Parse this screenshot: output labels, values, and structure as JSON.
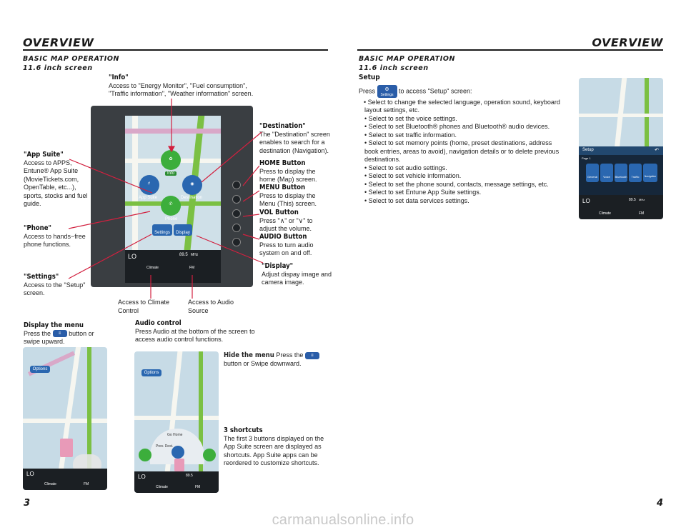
{
  "header": {
    "left_title": "OVERVIEW",
    "right_title": "OVERVIEW"
  },
  "left": {
    "section_title": "BASIC MAP OPERATION",
    "screen_size": "11.6 inch screen",
    "info": {
      "title": "\"Info\"",
      "body": "Access to \"Energy Monitor\", \"Fuel consumption\", \"Traffic information\", \"Weather information\" screen."
    },
    "destination": {
      "title": "\"Destination\"",
      "body": "The \"Destination\" screen enables to search for a destination (Navigation)."
    },
    "app_suite": {
      "title": "\"App Suite\"",
      "body": "Access to APPS, Entune® App Suite (MovieTickets.com, OpenTable, etc...), sports, stocks and fuel guide."
    },
    "home_button": {
      "title": "HOME Button",
      "body": "Press to display the home (Map) screen."
    },
    "menu_button": {
      "title": "MENU Button",
      "body": "Press to display the Menu (This) screen."
    },
    "vol_button": {
      "title": "VOL Button",
      "body": "Press \"∧\" or \"∨\" to adjust the volume."
    },
    "audio_button": {
      "title": "AUDIO Button",
      "body": "Press to turn audio system on and off."
    },
    "phone": {
      "title": "\"Phone\"",
      "body": "Access to hands−free phone functions."
    },
    "display": {
      "title": "\"Display\"",
      "body": "Adjust dispay image and camera image."
    },
    "settings": {
      "title": "\"Settings\"",
      "body": "Access to the \"Setup\" screen."
    },
    "climate_access": "Access to Climate Control",
    "audio_access": "Access to Audio Source",
    "display_menu": {
      "title": "Display the menu",
      "body_pre": "Press the",
      "body_post": "button or swipe upward."
    },
    "audio_control": {
      "title": "Audio control",
      "body": "Press Audio at the bottom of the screen to access audio control functions."
    },
    "hide_menu": {
      "title": "Hide the menu",
      "body_pre": "Press the",
      "body_post": "button or Swipe downward."
    },
    "shortcuts": {
      "title": "3 shortcuts",
      "body": "The first 3 buttons displayed on the App Suite screen are displayed as shortcuts. App Suite apps can be reordered to customize shortcuts."
    },
    "page_number": "3",
    "screen_ui": {
      "info": "Info",
      "app_suite": "App Suite",
      "destination": "Destination",
      "phone": "Phone",
      "settings": "Settings",
      "display": "Display",
      "lo": "LO",
      "climate": "Climate",
      "fm": "FM",
      "radio": "89.5",
      "radio_unit": "MHz",
      "options": "Options",
      "go_home": "Go Home",
      "prev_dest": "Prev. Dest."
    }
  },
  "right": {
    "section_title": "BASIC MAP OPERATION",
    "screen_size": "11.6 inch screen",
    "setup_title": "Setup",
    "setup_intro_pre": "Press",
    "setup_intro_post": "to access \"Setup\" screen:",
    "setup_bullets": [
      "• Select to change the selected language, operation sound, keyboard layout settings, etc.",
      "• Select to set the voice settings.",
      "• Select to set Bluetooth® phones and Bluetooth® audio devices.",
      "• Select to set traffic information.",
      "• Select to set memory points (home, preset destinations, address book entries, areas to avoid), navigation details or to delete previous destinations.",
      "• Select to set audio settings.",
      "• Select to set vehicle information.",
      "• Select to set the phone sound, contacts, message settings, etc.",
      "• Select to set Entune App Suite settings.",
      "• Select to set data services settings."
    ],
    "settings_icon_label": "Settings",
    "setup_screen": {
      "title": "Setup",
      "page": "Page 1",
      "tiles": [
        "General",
        "Voice",
        "Bluetooth",
        "Traffic",
        "Navigation"
      ],
      "lo": "LO",
      "radio": "89.5",
      "radio_unit": "MHz",
      "climate": "Climate",
      "fm": "FM"
    },
    "page_number": "4"
  },
  "watermark": "carmanualsonline.info",
  "colors": {
    "callout": "#d2203f",
    "accent_green": "#3cae3c",
    "tile_blue": "#2a67b0"
  }
}
